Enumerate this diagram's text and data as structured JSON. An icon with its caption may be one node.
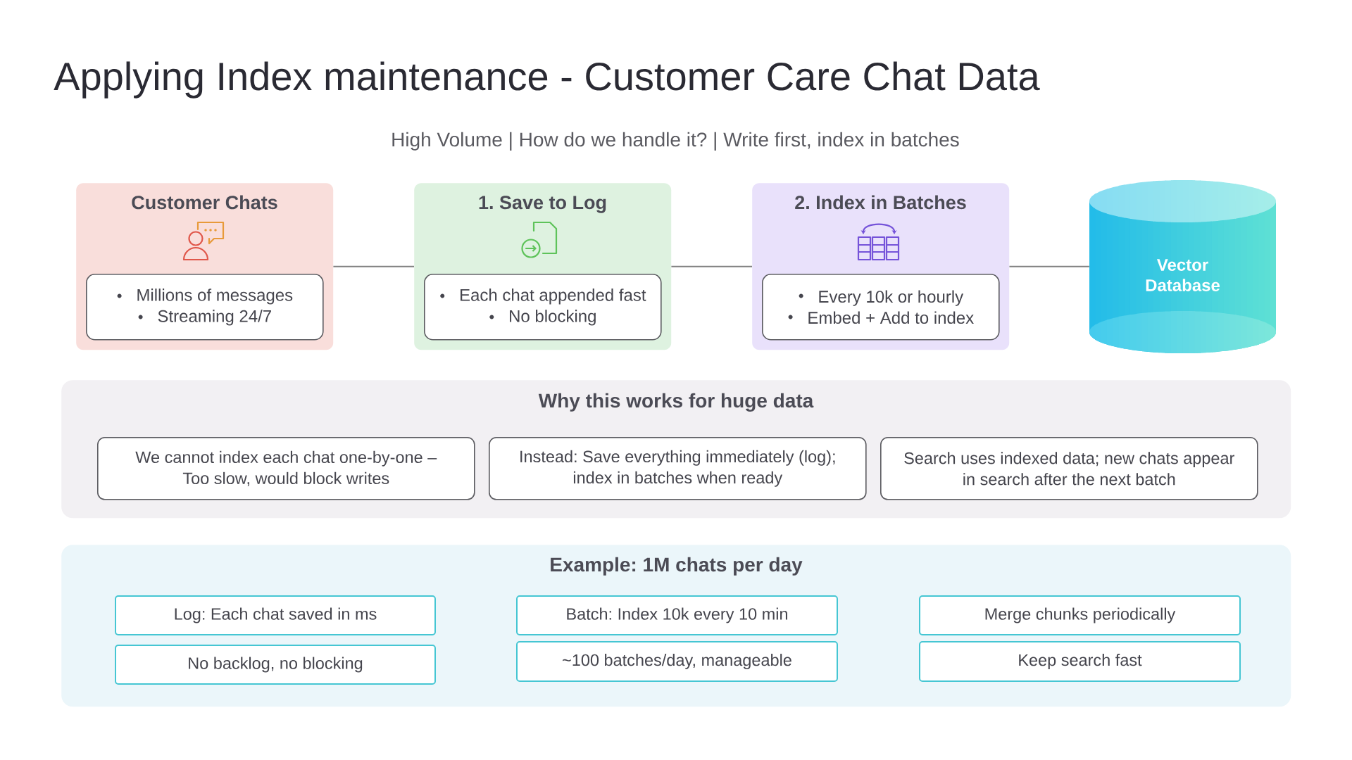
{
  "diagram": {
    "title": "Applying Index maintenance - Customer Care Chat Data",
    "nodes": [
      {
        "text": [
          "Customer Chats"
        ]
      },
      {
        "text": [
          "Millions of messages",
          "Streaming 24/7"
        ],
        "in": 0
      },
      {
        "text": [
          "1. Save to Log"
        ]
      },
      {
        "text": [
          "Each chat appended fast",
          "No blocking"
        ],
        "in": 2
      },
      {
        "text": [
          "2. Index in Batches"
        ]
      },
      {
        "text": [
          "Every 10k or hourly",
          "Embed + Add to index"
        ],
        "in": 4
      },
      {
        "text": [
          "Vector Database"
        ]
      },
      {
        "text": [
          "Why this works for huge data"
        ]
      },
      {
        "text": [
          "We cannot index each chat one-by-one – Too slow, would block writes"
        ],
        "in": 7
      },
      {
        "text": [
          "Instead: Save everything immediately (log); index in batches when ready"
        ],
        "in": 7
      },
      {
        "text": [
          "Search uses indexed data; new chats appear in search after the next batch"
        ],
        "in": 7
      },
      {
        "text": [
          "Example: 1M chats per day"
        ]
      },
      {
        "text": [
          "Log: Each chat saved in ms"
        ],
        "in": 11
      },
      {
        "text": [
          "Batch: Index 10k every 10 min"
        ],
        "in": 11
      },
      {
        "text": [
          "Merge chunks periodically"
        ],
        "in": 11
      },
      {
        "text": [
          "No backlog, no blocking"
        ],
        "in": 11
      },
      {
        "text": [
          "~100 batches/day, manageable"
        ],
        "in": 11
      },
      {
        "text": [
          "Keep search fast"
        ],
        "in": 11
      }
    ],
    "edges": [
      {
        "from": 0,
        "to": 2,
        "arrow": "none"
      },
      {
        "from": 2,
        "to": 4,
        "arrow": "none"
      },
      {
        "from": 4,
        "to": 6,
        "arrow": "none"
      }
    ],
    "labels": [
      "High Volume | How do we handle it? | Write first, index in batches"
    ]
  }
}
